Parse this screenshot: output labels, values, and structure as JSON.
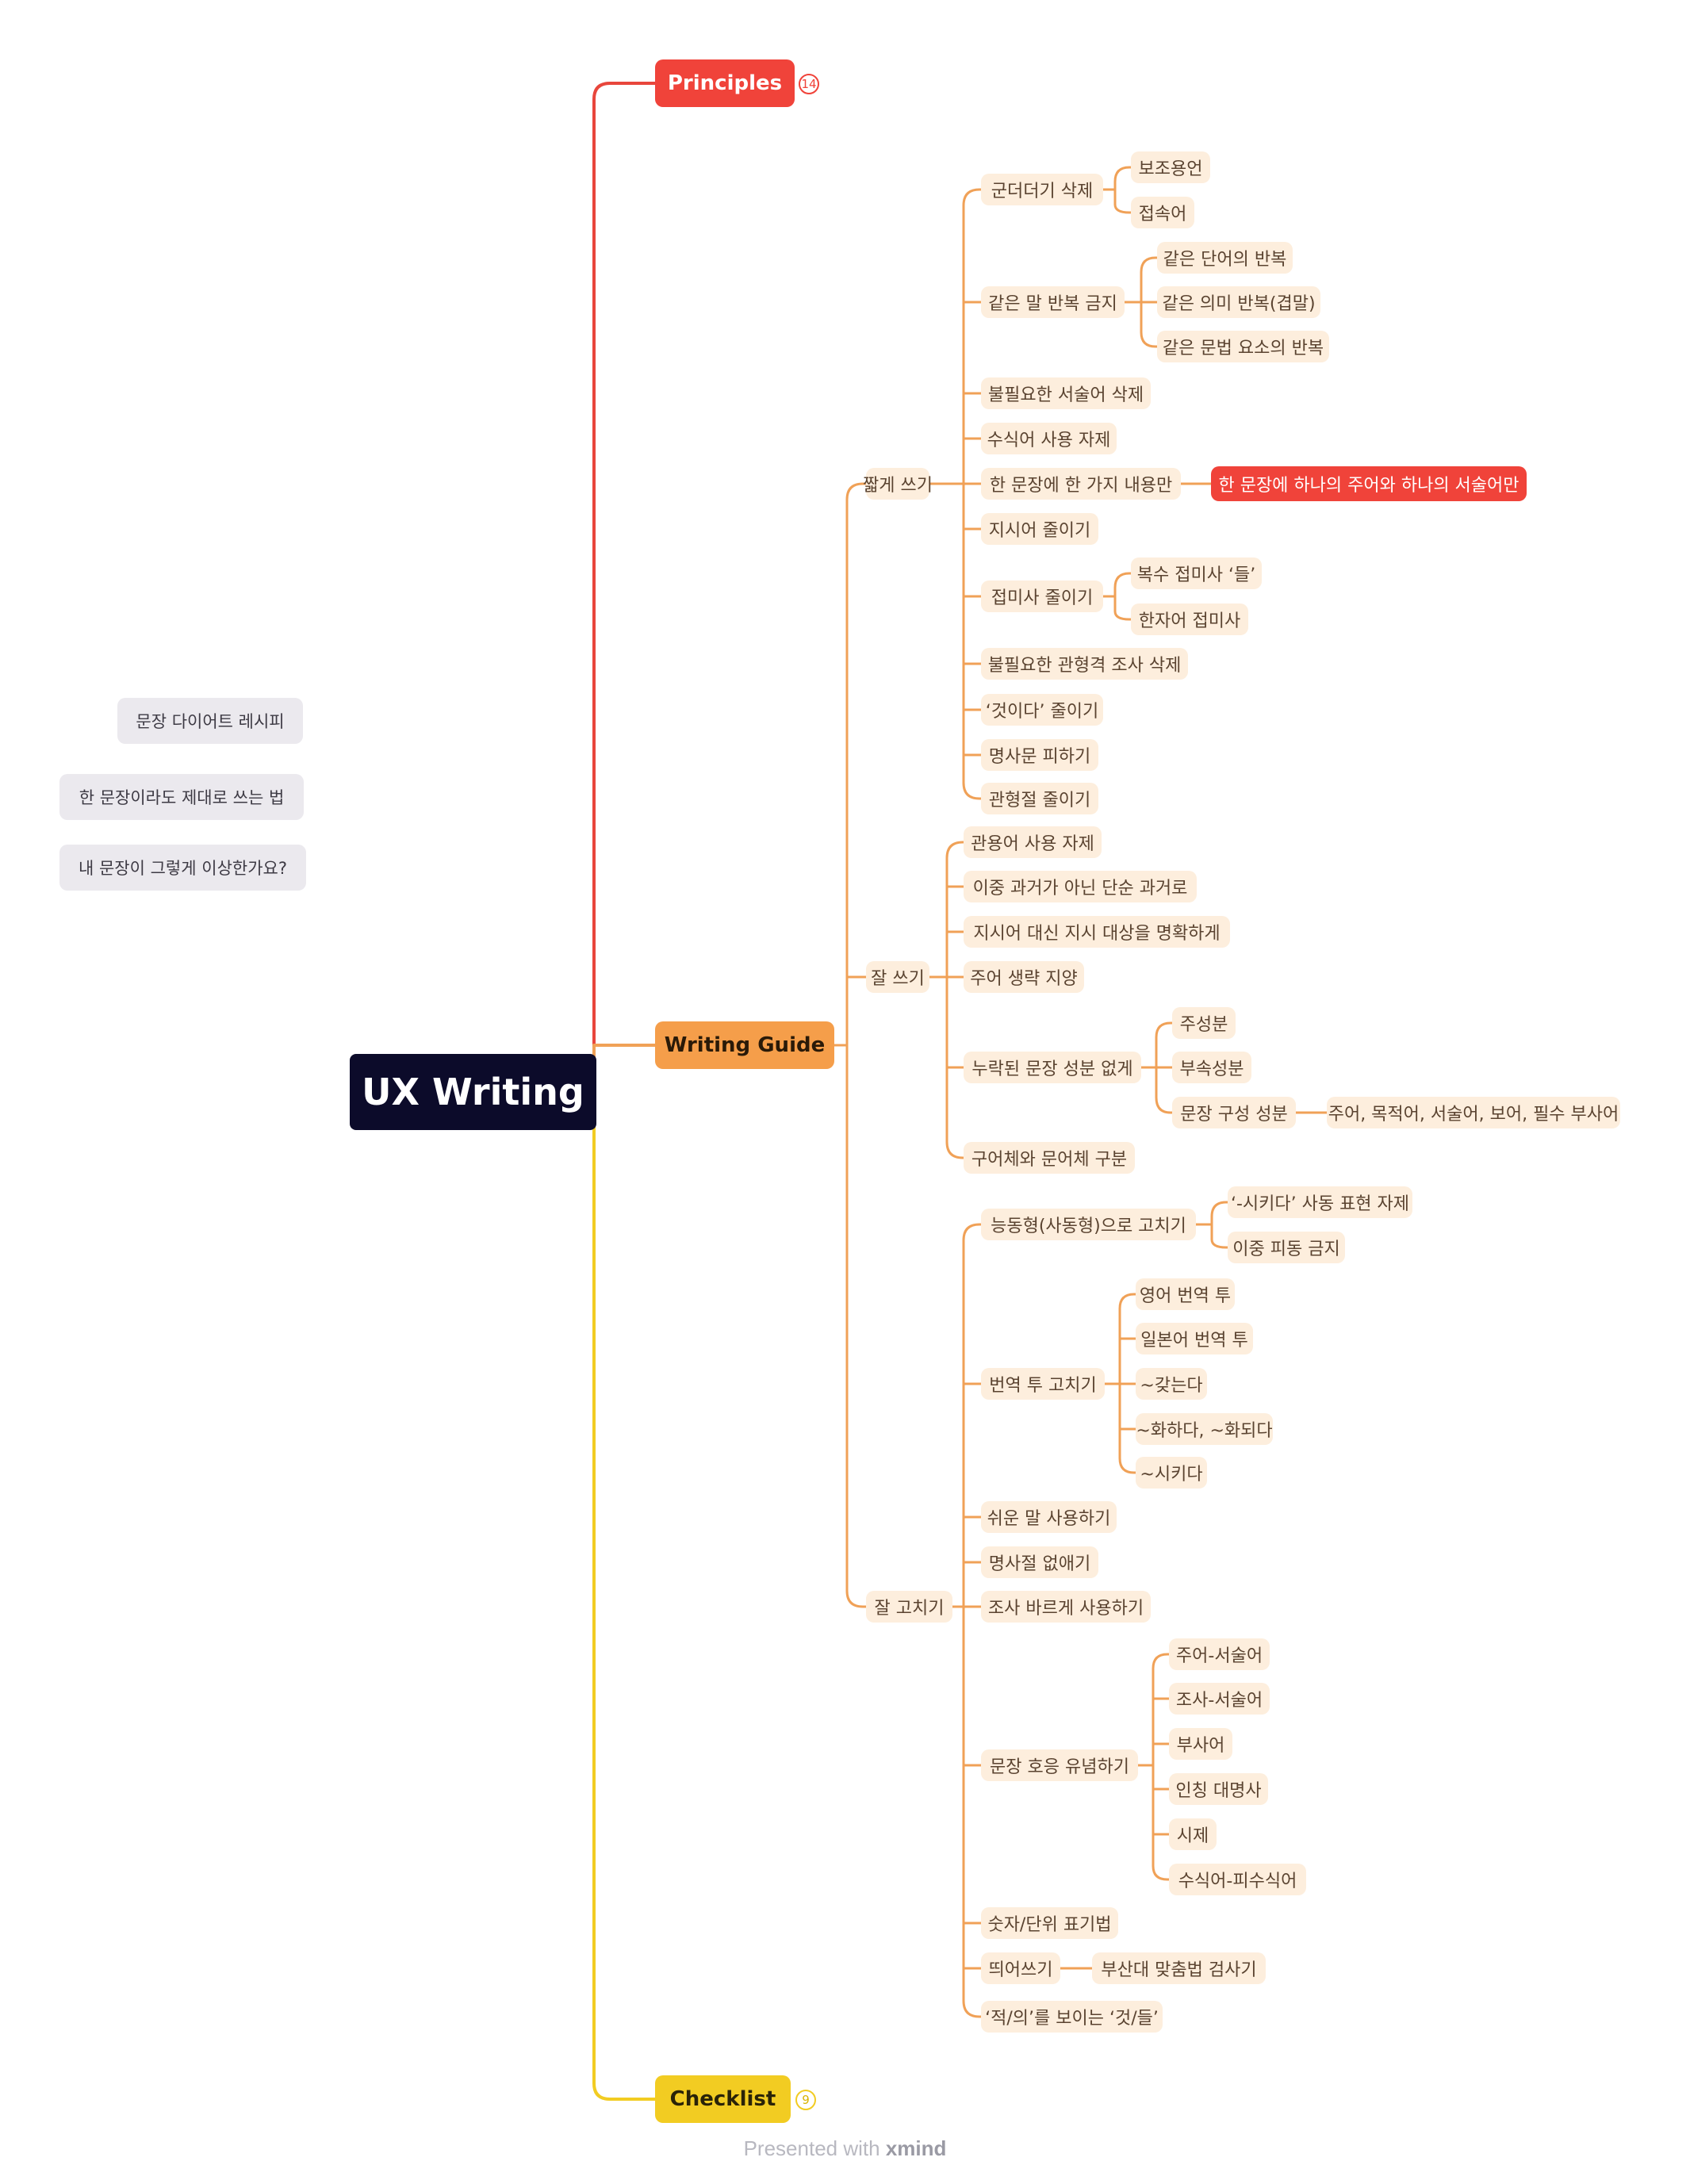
{
  "root": {
    "label": "UX Writing"
  },
  "principles": {
    "label": "Principles",
    "badge": "14"
  },
  "checklist": {
    "label": "Checklist",
    "badge": "9"
  },
  "guide": {
    "label": "Writing Guide",
    "short": {
      "label": "짧게 쓰기",
      "filler": {
        "label": "군더더기 삭제",
        "items": [
          "보조용언",
          "접속어"
        ]
      },
      "repeat": {
        "label": "같은 말 반복 금지",
        "items": [
          "같은 단어의 반복",
          "같은 의미 반복(겹말)",
          "같은 문법 요소의 반복"
        ]
      },
      "predicate": "불필요한 서술어 삭제",
      "modifier": "수식어 사용 자제",
      "one": {
        "label": "한 문장에 한 가지 내용만",
        "note": "한 문장에 하나의 주어와 하나의 서술어만"
      },
      "demonstrative": "지시어 줄이기",
      "suffix": {
        "label": "접미사 줄이기",
        "items": [
          "복수 접미사 ‘들’",
          "한자어 접미사"
        ]
      },
      "adnominal": "불필요한 관형격 조사 삭제",
      "geosida": "‘것이다’ 줄이기",
      "noun": "명사문 피하기",
      "clause": "관형절 줄이기"
    },
    "good": {
      "label": "잘 쓰기",
      "idiom": "관용어 사용 자제",
      "past": "이중 과거가 아닌 단순 과거로",
      "target": "지시어 대신 지시 대상을 명확하게",
      "subject": "주어 생략 지양",
      "missing": {
        "label": "누락된 문장 성분 없게",
        "items": [
          "주성분",
          "부속성분"
        ],
        "components": {
          "label": "문장 구성 성분",
          "note": "주어, 목적어, 서술어, 보어, 필수 부사어"
        }
      },
      "style": "구어체와 문어체 구분"
    },
    "fix": {
      "label": "잘 고치기",
      "active": {
        "label": "능동형(사동형)으로 고치기",
        "items": [
          "‘-시키다’ 사동 표현 자제",
          "이중 피동 금지"
        ]
      },
      "translation": {
        "label": "번역 투 고치기",
        "items": [
          "영어 번역 투",
          "일본어 번역 투",
          "~갖는다",
          "~화하다, ~화되다",
          "~시키다"
        ]
      },
      "easy": "쉬운 말 사용하기",
      "nominal": "명사절 없애기",
      "particle": "조사 바르게 사용하기",
      "agreement": {
        "label": "문장 호응 유념하기",
        "items": [
          "주어-서술어",
          "조사-서술어",
          "부사어",
          "인칭 대명사",
          "시제",
          "수식어-피수식어"
        ]
      },
      "numbers": "숫자/단위 표기법",
      "spacing": {
        "label": "띄어쓰기",
        "note": "부산대 맞춤법 검사기"
      },
      "jeok": "‘적/의’를 보이는 ‘것/들’"
    }
  },
  "floating": [
    "문장 다이어트 레시피",
    "한 문장이라도 제대로 쓰는 법",
    "내 문장이 그렇게 이상한가요?"
  ],
  "footer": {
    "prefix": "Presented with",
    "brand": "xmind"
  },
  "colors": {
    "red": "#f0433a",
    "orange": "#f59e4a",
    "yellow": "#f2cc22",
    "line": "#f0a157",
    "root": "#0c0b2a"
  }
}
